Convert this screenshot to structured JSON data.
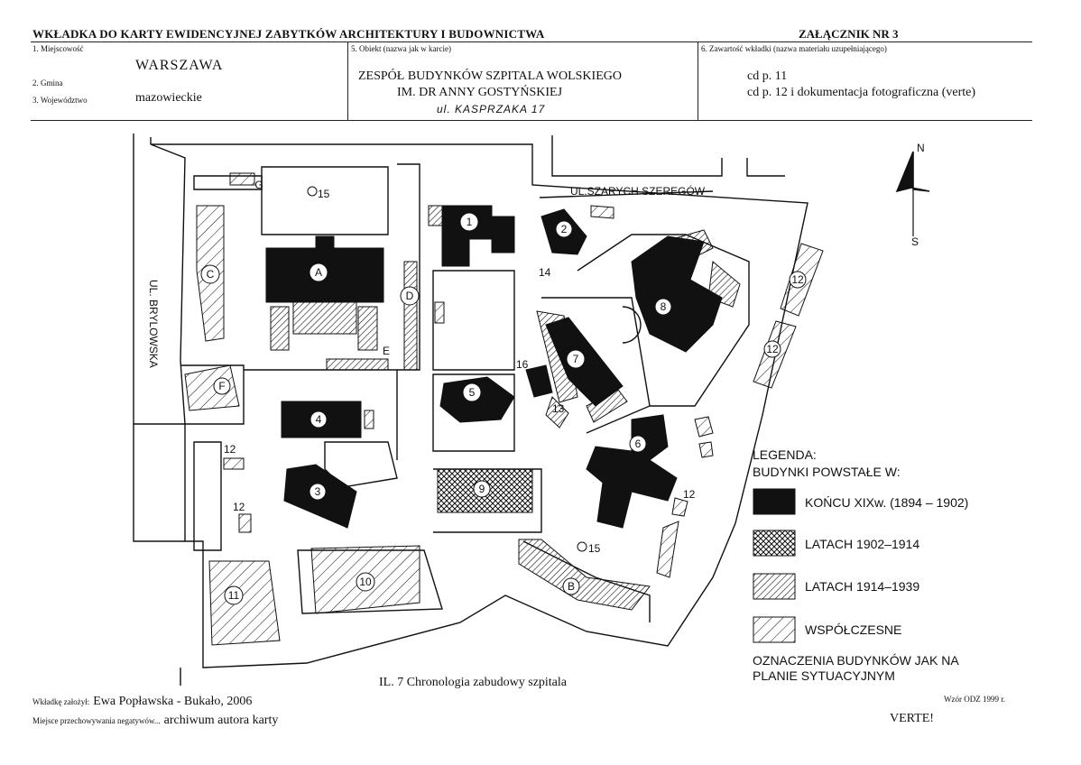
{
  "header": {
    "title": "WKŁADKA DO KARTY EWIDENCYJNEJ ZABYTKÓW ARCHITEKTURY I BUDOWNICTWA",
    "annex": "ZAŁĄCZNIK NR  3"
  },
  "fields": {
    "locality_label": "1. Miejscowość",
    "locality_value": "WARSZAWA",
    "commune_label": "2. Gmina",
    "voivodeship_label": "3. Województwo",
    "voivodeship_value": "mazowieckie",
    "object_label": "5. Obiekt (nazwa jak w karcie)",
    "object_line1": "ZESPÓŁ BUDYNKÓW SZPITALA WOLSKIEGO",
    "object_line2": "IM. DR ANNY GOSTYŃSKIEJ",
    "object_handwritten": "ul. KASPRZAKA 17",
    "contents_label": "6. Zawartość wkładki (nazwa materiału uzupełniającego)",
    "contents_line1": "cd p. 11",
    "contents_line2": "cd p. 12 i dokumentacja fotograficzna (verte)"
  },
  "map": {
    "street_top": "UL.SZARYCH SZEREGÓW",
    "street_left": "UL. BRYLOWSKA",
    "north": "N",
    "south": "S",
    "buildings": [
      "1",
      "2",
      "3",
      "4",
      "5",
      "6",
      "7",
      "8",
      "9",
      "10",
      "11",
      "A",
      "B",
      "C",
      "D",
      "E",
      "F",
      "G"
    ],
    "labels_extra": {
      "l15a": "15",
      "l15b": "15",
      "l14": "14",
      "l16": "16",
      "l13": "13",
      "l12a": "12",
      "l12b": "12",
      "l12c": "12",
      "l12d": "12",
      "l12e": "12"
    },
    "caption": "IL. 7  Chronologia zabudowy szpitala"
  },
  "legend": {
    "title1": "LEGENDA:",
    "title2": "BUDYNKI POWSTAŁE W:",
    "items": [
      {
        "label": "KOŃCU XIXw. (1894 – 1902)",
        "fill": "#111111"
      },
      {
        "label": "LATACH  1902–1914",
        "fill": "cross"
      },
      {
        "label": "LATACH  1914–1939",
        "fill": "dense-hatch"
      },
      {
        "label": "WSPÓŁCZESNE",
        "fill": "sparse-hatch"
      }
    ],
    "note1": "OZNACZENIA BUDYNKÓW JAK NA",
    "note2": "PLANIE SYTUACYJNYM"
  },
  "footer": {
    "author_label": "Wkładkę założył:",
    "author_value": "Ewa Popławska - Bukało, 2006",
    "storage_label": "Miejsce przechowywania negatywów...",
    "storage_value": "archiwum autora karty",
    "form_version": "Wzór ODZ 1999 r.",
    "verte": "VERTE!"
  },
  "colors": {
    "ink": "#111111",
    "paper": "#ffffff"
  }
}
